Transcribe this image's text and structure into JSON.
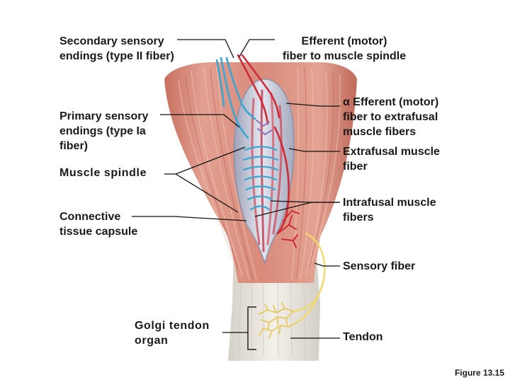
{
  "diagram": {
    "labels": {
      "secondary_sensory": "Secondary sensory\nendings (type II fiber)",
      "efferent_spindle": "Efferent (motor)\nfiber to muscle spindle",
      "primary_sensory": "Primary sensory\nendings (type Ia\nfiber)",
      "alpha_efferent": "α Efferent (motor)\nfiber to extrafusal\nmuscle fibers",
      "extrafusal": "Extrafusal muscle\nfiber",
      "muscle_spindle": "Muscle spindle",
      "intrafusal": "Intrafusal muscle\nfibers",
      "connective_capsule": "Connective\ntissue capsule",
      "sensory_fiber": "Sensory fiber",
      "golgi_tendon": "Golgi tendon\norgan",
      "tendon": "Tendon"
    },
    "figure_caption": "Figure 13.15",
    "colors": {
      "muscle": "#d9897a",
      "muscle_dark": "#b9594b",
      "tendon": "#eae6df",
      "capsule": "#bcc0cf",
      "sensory_blue": "#39a7d2",
      "motor_red": "#cf2a38",
      "nerve_yellow": "#f0d96a",
      "leader": "#111111"
    }
  }
}
